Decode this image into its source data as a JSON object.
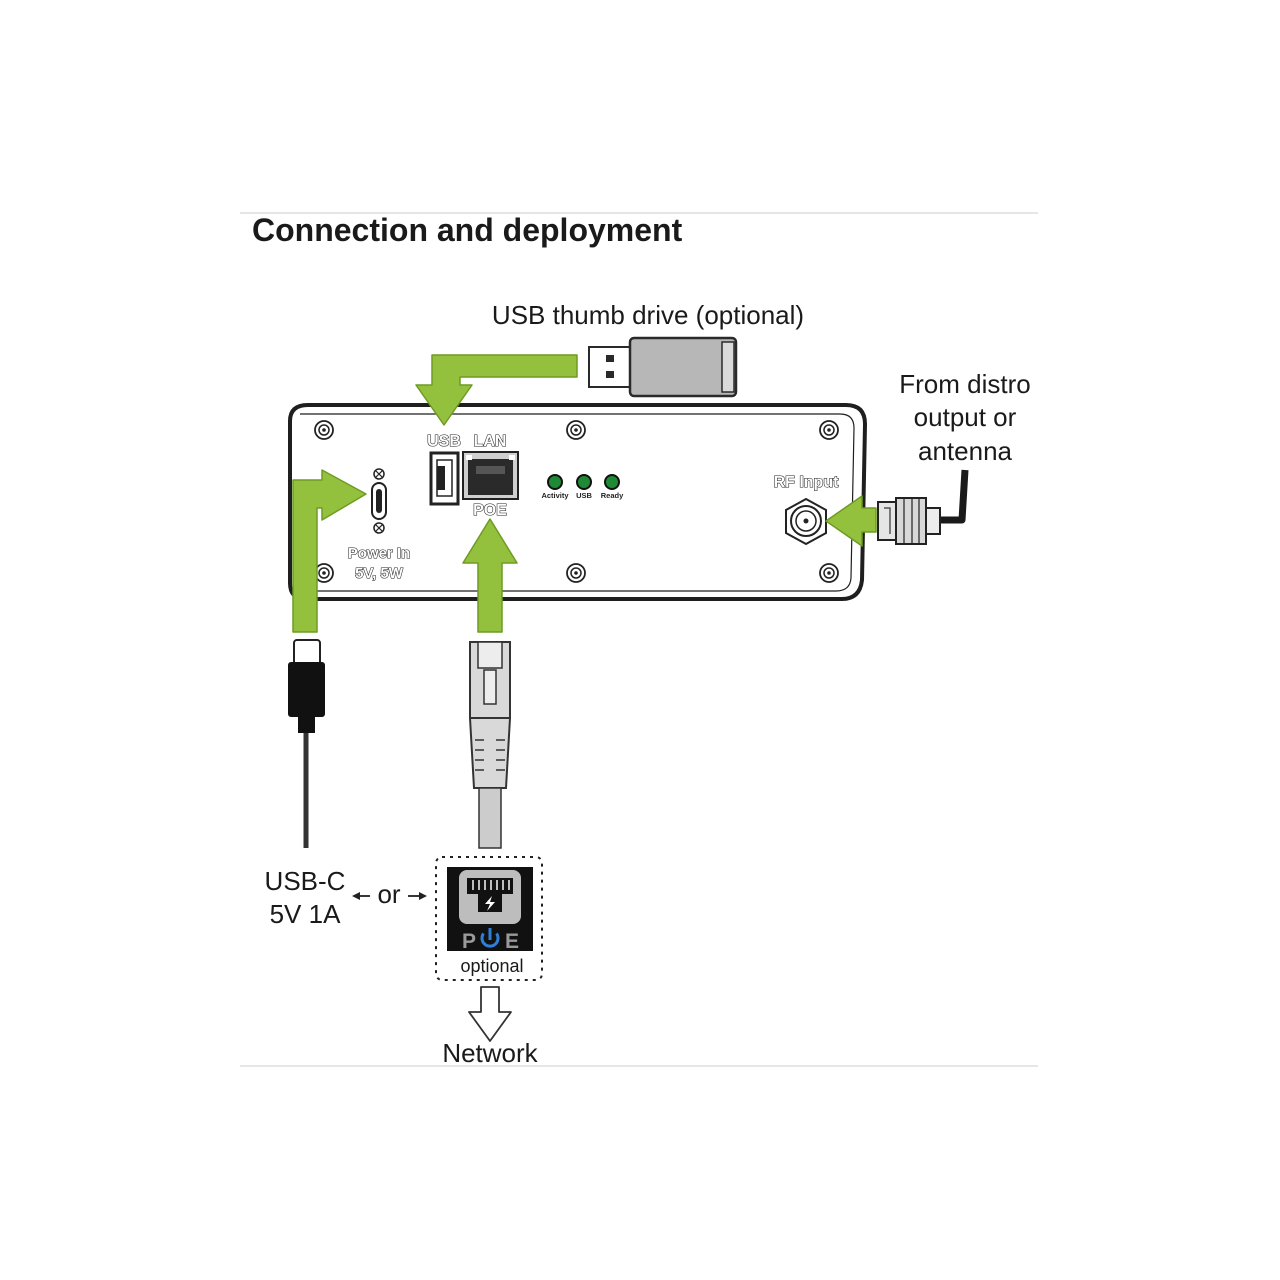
{
  "title": "Connection and deployment",
  "labels": {
    "usb_thumb_drive": "USB thumb drive (optional)",
    "from_distro": [
      "From distro",
      "output or",
      "antenna"
    ],
    "usb_c": [
      "USB-C",
      "5V 1A"
    ],
    "or": "or",
    "optional": "optional",
    "network": "Network"
  },
  "panel": {
    "usb": "USB",
    "lan": "LAN",
    "poe": "POE",
    "rf_input": "RF Input",
    "power_in": [
      "Power In",
      "5V, 5W"
    ],
    "leds": [
      "Activity",
      "USB",
      "Ready"
    ]
  },
  "poe_badge": {
    "text_left": "P",
    "text_right": "E"
  },
  "colors": {
    "arrow_green": "#94c13d",
    "arrow_outline": "#6e9b22",
    "led_green": "#1e8a35",
    "device_outline": "#1f1f1f",
    "thumb_drive": "#b7b7b7",
    "poe_blue": "#2f7fd6"
  }
}
